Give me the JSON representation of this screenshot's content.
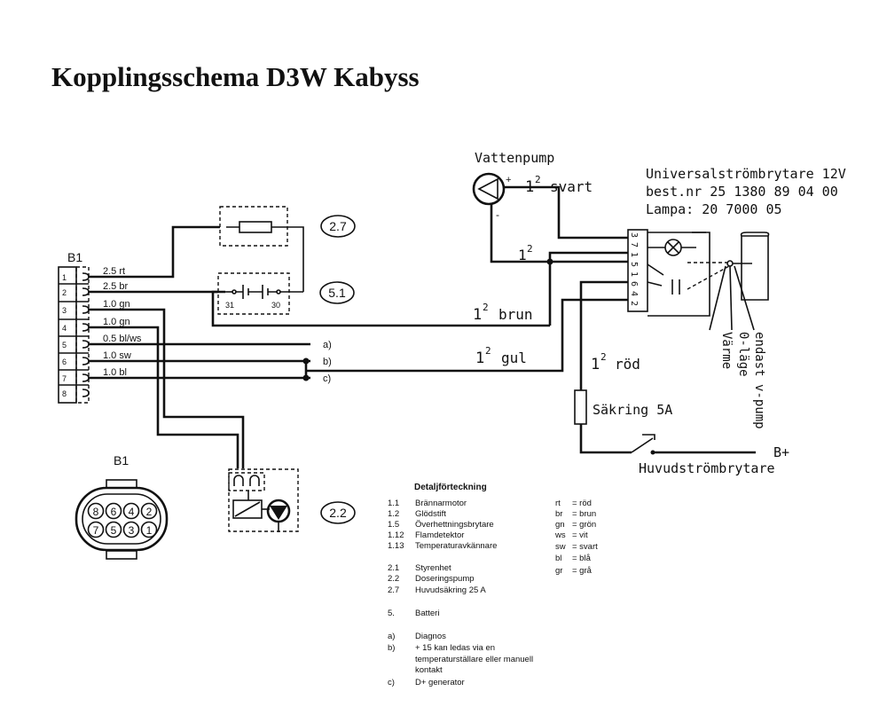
{
  "title": "Kopplingsschema D3W Kabyss",
  "components": {
    "vattenpump": "Vattenpump",
    "switch": {
      "title": "Universalströmbrytare 12V",
      "part": "best.nr 25 1380 89 04 00",
      "lamp": "Lampa:  20 7000 05",
      "terminals": [
        "3",
        "7",
        "1",
        "5",
        "1",
        "6",
        "4",
        "2"
      ],
      "positions": [
        "Värme",
        "0-läge",
        "endast v-pump"
      ]
    },
    "fuse": "Säkring 5A",
    "main_switch": "Huvudströmbrytare",
    "b_plus": "B+",
    "b1_label": "B1",
    "b1_view_label": "B1",
    "ref_27": "2.7",
    "ref_51": "5.1",
    "ref_22": "2.2",
    "batt_minus": "31",
    "batt_plus": "30",
    "plus_sign": "+",
    "minus_sign": "-"
  },
  "wires": {
    "svart": "svart",
    "brun": "brun",
    "gul": "gul",
    "rod": "röd",
    "one": "1",
    "squared": "2"
  },
  "connector": {
    "pins": [
      "1",
      "2",
      "3",
      "4",
      "5",
      "6",
      "7",
      "8"
    ],
    "wires": [
      "2.5 rt",
      "2.5 br",
      "1.0 gn",
      "1.0 gn",
      "0.5 bl/ws",
      "1.0 sw",
      "1.0 bl"
    ],
    "face_top": [
      "8",
      "6",
      "4",
      "2"
    ],
    "face_bottom": [
      "7",
      "5",
      "3",
      "1"
    ]
  },
  "notes": {
    "a": "a)",
    "b": "b)",
    "c": "c)"
  },
  "legend": {
    "heading": "Detaljförteckning",
    "items": [
      {
        "num": "1.1",
        "text": "Brännarmotor"
      },
      {
        "num": "1.2",
        "text": "Glödstift"
      },
      {
        "num": "1.5",
        "text": "Överhettningsbrytare"
      },
      {
        "num": "1.12",
        "text": "Flamdetektor"
      },
      {
        "num": "1.13",
        "text": "Temperaturavkännare"
      },
      {
        "num": "2.1",
        "text": "Styrenhet"
      },
      {
        "num": "2.2",
        "text": "Doseringspump"
      },
      {
        "num": "2.7",
        "text": "Huvudsäkring 25 A"
      },
      {
        "num": "5.",
        "text": "Batteri"
      },
      {
        "num": "a)",
        "text": "Diagnos"
      },
      {
        "num": "b)",
        "text": "+ 15 kan ledas via en"
      },
      {
        "num": "",
        "text": "temperaturställare eller manuell"
      },
      {
        "num": "",
        "text": "kontakt"
      },
      {
        "num": "c)",
        "text": "D+ generator"
      }
    ],
    "colors": [
      {
        "code": "rt",
        "name": "= röd"
      },
      {
        "code": "br",
        "name": "= brun"
      },
      {
        "code": "gn",
        "name": "= grön"
      },
      {
        "code": "ws",
        "name": "= vit"
      },
      {
        "code": "sw",
        "name": "= svart"
      },
      {
        "code": "bl",
        "name": "= blå"
      },
      {
        "code": "gr",
        "name": "= grå"
      }
    ]
  }
}
